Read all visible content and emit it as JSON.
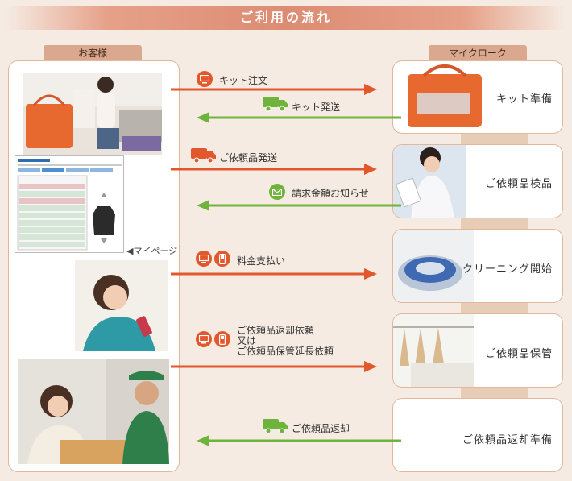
{
  "title": "ご利用の流れ",
  "tabs": {
    "customer": "お客様",
    "company": "マイクローク"
  },
  "mypage_label": "◀マイページ",
  "steps": [
    {
      "label": "キット準備"
    },
    {
      "label": "ご依頼品検品"
    },
    {
      "label": "クリーニング開始"
    },
    {
      "label": "ご依頼品保管"
    },
    {
      "label": "ご依頼品返却準備"
    }
  ],
  "flows": [
    {
      "label": "キット注文",
      "direction": "right",
      "icon": "pc-icon",
      "color": "#e2572b"
    },
    {
      "label": "キット発送",
      "direction": "left",
      "icon": "truck-icon",
      "color": "#6eb43c"
    },
    {
      "label": "ご依頼品発送",
      "direction": "right",
      "icon": "truck-icon",
      "color": "#e2572b"
    },
    {
      "label": "請求金額お知らせ",
      "direction": "left",
      "icon": "mail-icon",
      "color": "#6eb43c"
    },
    {
      "label": "料金支払い",
      "direction": "right",
      "icon": "pc-phone-icon",
      "color": "#e2572b"
    },
    {
      "lines": [
        "ご依頼品返却依頼",
        "又は",
        "ご依頼品保管延長依頼"
      ],
      "direction": "right",
      "icon": "pc-phone-icon",
      "color": "#e2572b"
    },
    {
      "label": "ご依頼品返却",
      "direction": "left",
      "icon": "truck-icon",
      "color": "#6eb43c"
    }
  ],
  "colors": {
    "orange": "#e2572b",
    "green": "#6eb43c",
    "banner": "#dc8c72",
    "panel_border": "#e2b79c"
  }
}
